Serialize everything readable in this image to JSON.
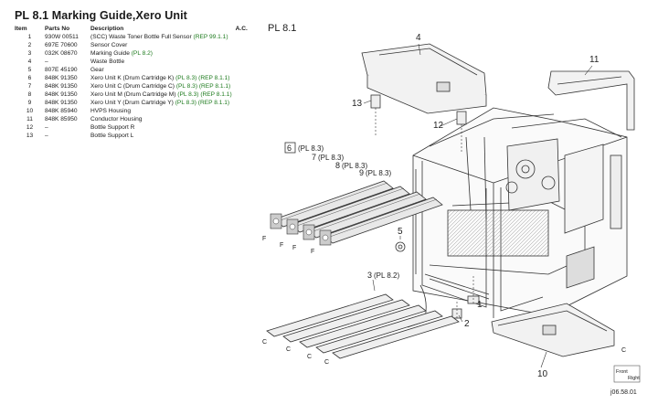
{
  "header": {
    "title": "PL 8.1  Marking Guide,Xero Unit"
  },
  "table": {
    "columns": [
      "Item",
      "Parts No",
      "Description",
      "A.C."
    ],
    "rows": [
      {
        "item": "1",
        "part_no": "930W 00511",
        "desc": "(SCC) Waste Toner Bottle Full Sensor",
        "ref": "(REP 99.1.1)"
      },
      {
        "item": "2",
        "part_no": "697E 70600",
        "desc": "Sensor  Cover",
        "ref": ""
      },
      {
        "item": "3",
        "part_no": "032K 08670",
        "desc": "Marking Guide",
        "ref": "(PL 8.2)"
      },
      {
        "item": "4",
        "part_no": "–",
        "desc": "Waste Bottle",
        "ref": ""
      },
      {
        "item": "5",
        "part_no": "807E 45190",
        "desc": "Gear",
        "ref": ""
      },
      {
        "item": "6",
        "part_no": "848K 91350",
        "desc": "Xero Unit K (Drum Cartridge K)",
        "ref": "(PL 8.3) (REP 8.1.1)"
      },
      {
        "item": "7",
        "part_no": "848K 91350",
        "desc": "Xero Unit C  (Drum Cartridge C)",
        "ref": "(PL 8.3) (REP 8.1.1)"
      },
      {
        "item": "8",
        "part_no": "848K 91350",
        "desc": "Xero Unit M  (Drum Cartridge M)",
        "ref": "(PL 8.3) (REP 8.1.1)"
      },
      {
        "item": "9",
        "part_no": "848K 91350",
        "desc": "Xero Unit Y  (Drum Cartridge Y)",
        "ref": "(PL 8.3) (REP 8.1.1)"
      },
      {
        "item": "10",
        "part_no": "848K 85940",
        "desc": "HVPS Housing",
        "ref": ""
      },
      {
        "item": "11",
        "part_no": "848K 85950",
        "desc": "Conductor Housing",
        "ref": ""
      },
      {
        "item": "12",
        "part_no": "–",
        "desc": "Bottle Support R",
        "ref": ""
      },
      {
        "item": "13",
        "part_no": "–",
        "desc": "Bottle Support L",
        "ref": ""
      }
    ]
  },
  "diagram": {
    "plate_label": "PL 8.1",
    "callouts": {
      "c1": "1",
      "c2": "2",
      "c3": "3",
      "c3ref": "(PL 8.2)",
      "c4": "4",
      "c5": "5",
      "c6": "6",
      "c6ref": "(PL 8.3)",
      "c7": "7",
      "c7ref": "(PL 8.3)",
      "c8": "8",
      "c8ref": "(PL 8.3)",
      "c9": "9",
      "c9ref": "(PL 8.3)",
      "c10": "10",
      "c11": "11",
      "c12": "12",
      "c13": "13"
    },
    "markers": {
      "f": "F",
      "c": "C"
    },
    "corner_badge_top": "Front",
    "corner_badge_bottom": "Right",
    "figure_id": "j06.58.01"
  }
}
